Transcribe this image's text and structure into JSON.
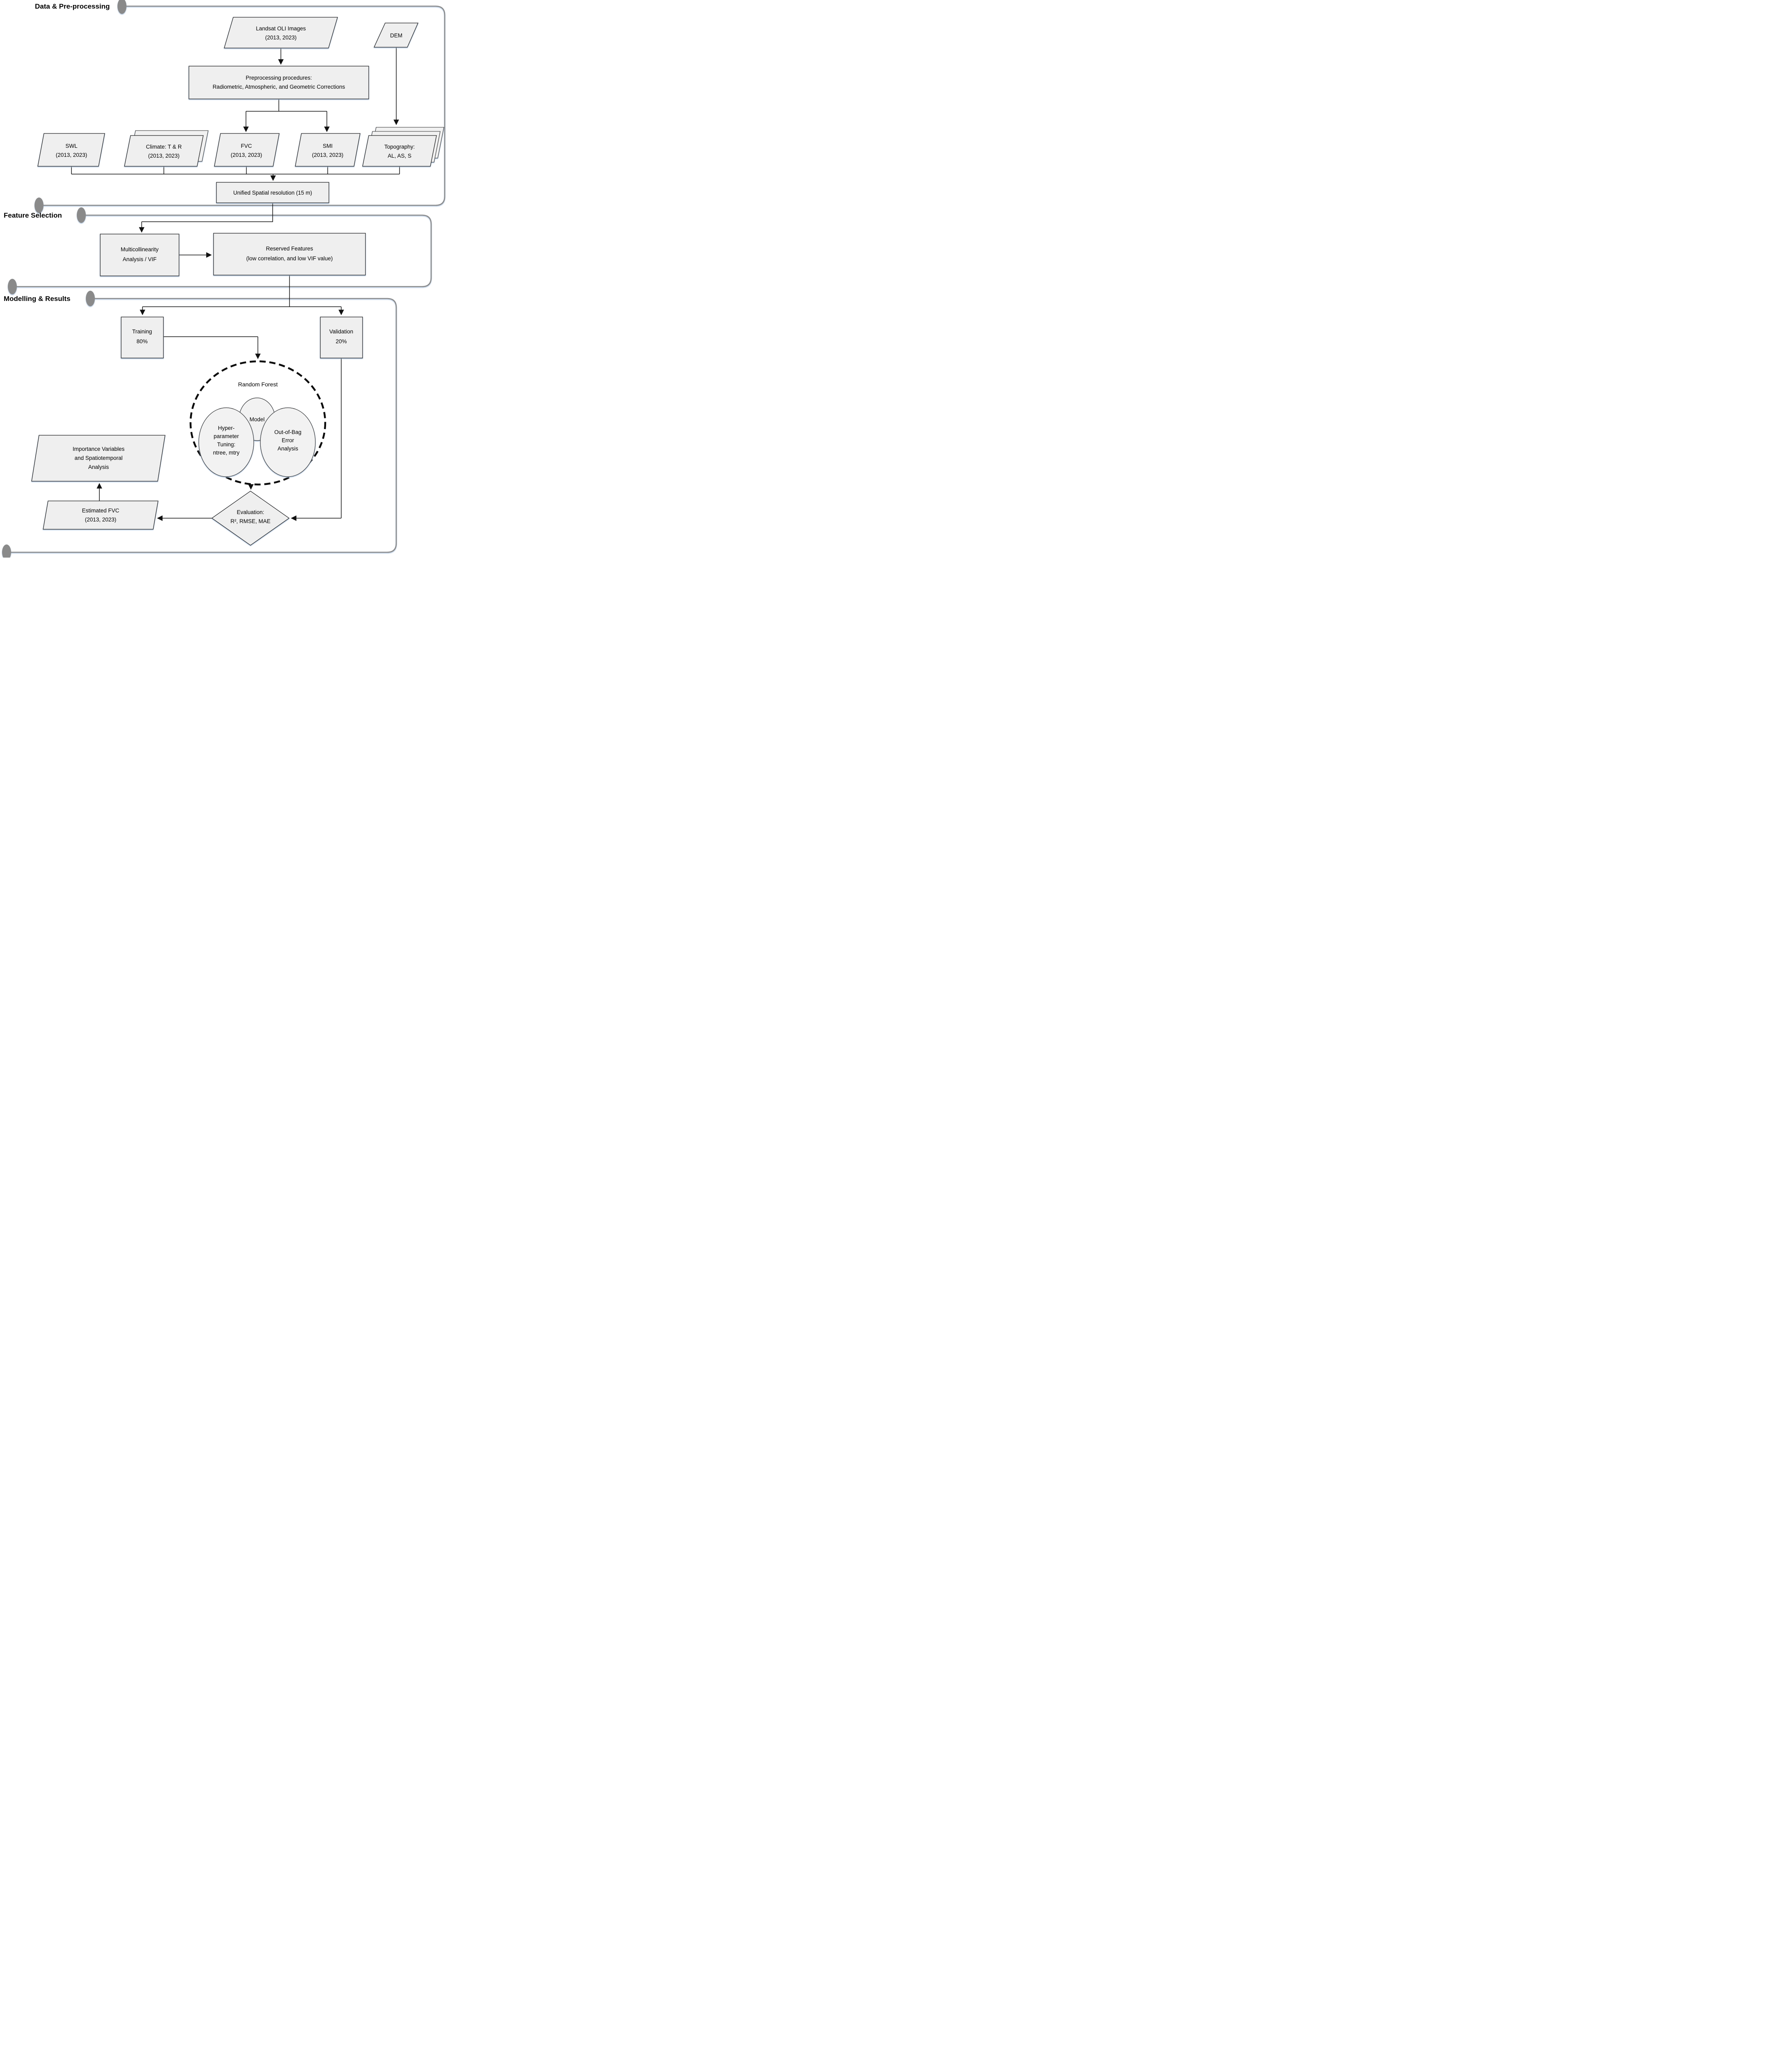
{
  "diagram_title": "FVC estimation methodology flowchart",
  "sections": [
    {
      "label": "Data & Pre-processing"
    },
    {
      "label": "Feature Selection"
    },
    {
      "label": "Modelling & Results"
    }
  ],
  "nodes": {
    "landsat": {
      "lines": [
        "Landsat OLI Images",
        "(2013, 2023)"
      ]
    },
    "dem": {
      "label": "DEM"
    },
    "preprocessing": {
      "lines": [
        "Preprocessing procedures:",
        "Radiometric, Atmospheric, and Geometric Corrections"
      ]
    },
    "swl": {
      "lines": [
        "SWL",
        "(2013, 2023)"
      ]
    },
    "climate": {
      "lines": [
        "Climate: T & R",
        "(2013, 2023)"
      ]
    },
    "fvc": {
      "lines": [
        "FVC",
        "(2013, 2023)"
      ]
    },
    "smi": {
      "lines": [
        "SMI",
        "(2013, 2023)"
      ]
    },
    "topography": {
      "lines": [
        "Topography:",
        "AL, AS, S"
      ]
    },
    "unified": {
      "label": "Unified Spatial resolution (15 m)"
    },
    "multicollinearity": {
      "lines": [
        "Multicollinearity",
        "Analysis / VIF"
      ]
    },
    "reserved": {
      "lines": [
        "Reserved Features",
        "(low correlation, and low VIF value)"
      ]
    },
    "training": {
      "lines": [
        "Training",
        "80%"
      ]
    },
    "validation": {
      "lines": [
        "Validation",
        "20%"
      ]
    },
    "random_forest": {
      "label": "Random Forest"
    },
    "model": {
      "label": "Model"
    },
    "hyperparameter": {
      "lines": [
        "Hyper-",
        "parameter",
        "Tuning:",
        "ntree, mtry"
      ]
    },
    "out_of_bag": {
      "lines": [
        "Out-of-Bag",
        "Error",
        "Analysis"
      ]
    },
    "evaluation": {
      "lines": [
        "Evaluation:",
        "R², RMSE, MAE"
      ]
    },
    "estimated_fvc": {
      "lines": [
        "Estimated FVC",
        "(2013, 2023)"
      ]
    },
    "importance": {
      "lines": [
        "Importance Variables",
        "and Spatiotemporal",
        "Analysis"
      ]
    }
  },
  "colors": {
    "container_border": "#8a8a8a",
    "node_fill": "#efefef",
    "node_border": "#1a1a1a",
    "connector": "#111111",
    "text": "#000000",
    "shadow": "#9db8d8"
  }
}
